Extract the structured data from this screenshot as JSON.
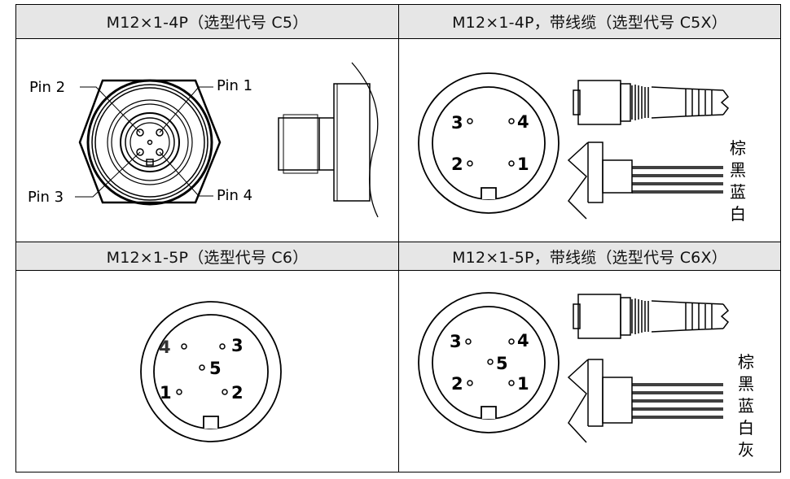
{
  "headers": {
    "c5": "M12×1-4P（选型代号 C5）",
    "c5x": "M12×1-4P，带线缆（选型代号 C5X）",
    "c6": "M12×1-5P（选型代号 C6）",
    "c6x": "M12×1-5P，带线缆（选型代号 C6X）"
  },
  "c5_labels": {
    "pin2": "Pin 2",
    "pin1": "Pin 1",
    "pin3": "Pin 3",
    "pin4": "Pin 4"
  },
  "c5x_pins": {
    "p3": "3",
    "p4": "4",
    "p2": "2",
    "p1": "1"
  },
  "c5x_wires": [
    "棕",
    "黑",
    "蓝",
    "白"
  ],
  "c6_pins": {
    "p4": "4",
    "p3": "3",
    "p5": "5",
    "p1": "1",
    "p2": "2"
  },
  "c6x_pins": {
    "p3": "3",
    "p4": "4",
    "p5": "5",
    "p2": "2",
    "p1": "1"
  },
  "c6x_wires": [
    "棕",
    "黑",
    "蓝",
    "白",
    "灰"
  ],
  "colors": {
    "header_bg": "#e6e6e6",
    "line": "#000000"
  }
}
